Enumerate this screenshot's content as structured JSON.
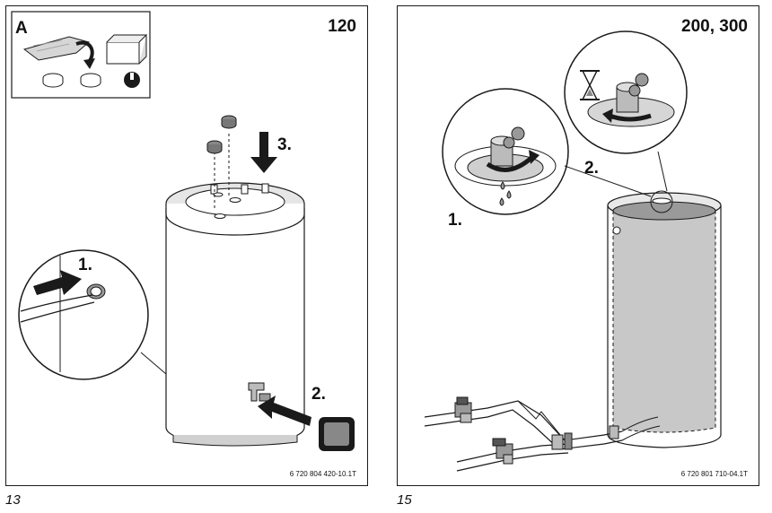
{
  "figures": [
    {
      "caption": "13",
      "size_label": "120",
      "inset_label": "A",
      "steps": [
        "1.",
        "2.",
        "3."
      ],
      "code": "6 720 804 420-10.1T"
    },
    {
      "caption": "15",
      "size_label": "200, 300",
      "steps": [
        "1.",
        "2."
      ],
      "code": "6 720 801 710-04.1T"
    }
  ],
  "colors": {
    "line": "#1a1a1a",
    "tank_shade": "#cfcfcf",
    "dark_shade": "#8c8c8c",
    "fill_dark": "#222222"
  }
}
